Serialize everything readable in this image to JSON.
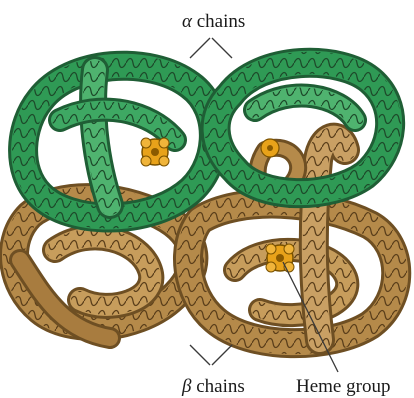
{
  "labels": {
    "alpha_symbol": "α",
    "alpha_text": " chains",
    "beta_symbol": "β",
    "beta_text": " chains",
    "heme": "Heme group"
  },
  "colors": {
    "alpha_fill": "#2f9a55",
    "alpha_light": "#5cbf7a",
    "alpha_dark": "#1f5e35",
    "beta_fill": "#b58a4a",
    "beta_light": "#d6b27a",
    "beta_dark": "#6e4f23",
    "heme": "#e8a21a",
    "line": "#3a3a3a"
  }
}
